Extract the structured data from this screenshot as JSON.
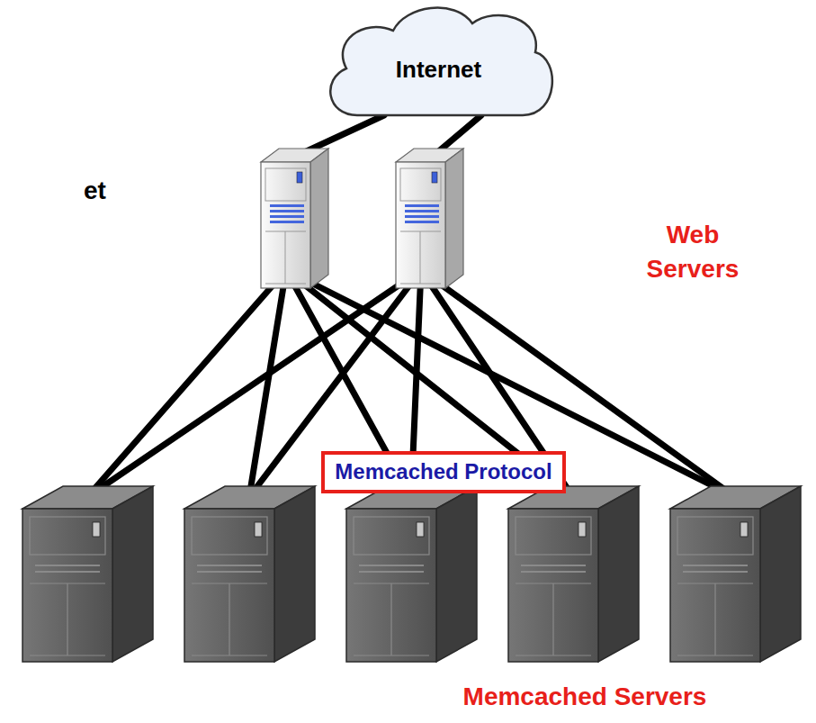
{
  "diagram": {
    "nodes": [
      {
        "text": [
          "Internet"
        ]
      },
      {
        "text": [
          "Web Servers"
        ]
      },
      {
        "text": [
          "Memcached Protocol"
        ]
      },
      {
        "text": [
          "Memcached Servers"
        ]
      }
    ],
    "edges": [
      {
        "from": 0,
        "to": 1,
        "arrow": "none"
      },
      {
        "from": 0,
        "to": 1,
        "arrow": "none"
      },
      {
        "from": 1,
        "to": 3,
        "arrow": "none"
      },
      {
        "from": 1,
        "to": 3,
        "arrow": "none"
      },
      {
        "from": 1,
        "to": 3,
        "arrow": "none"
      },
      {
        "from": 1,
        "to": 3,
        "arrow": "none"
      },
      {
        "from": 1,
        "to": 3,
        "arrow": "none"
      },
      {
        "from": 1,
        "to": 3,
        "arrow": "none"
      },
      {
        "from": 1,
        "to": 3,
        "arrow": "none"
      },
      {
        "from": 1,
        "to": 3,
        "arrow": "none"
      },
      {
        "from": 1,
        "to": 3,
        "arrow": "none"
      },
      {
        "from": 1,
        "to": 3,
        "arrow": "none"
      }
    ],
    "labels": [
      "et"
    ]
  }
}
